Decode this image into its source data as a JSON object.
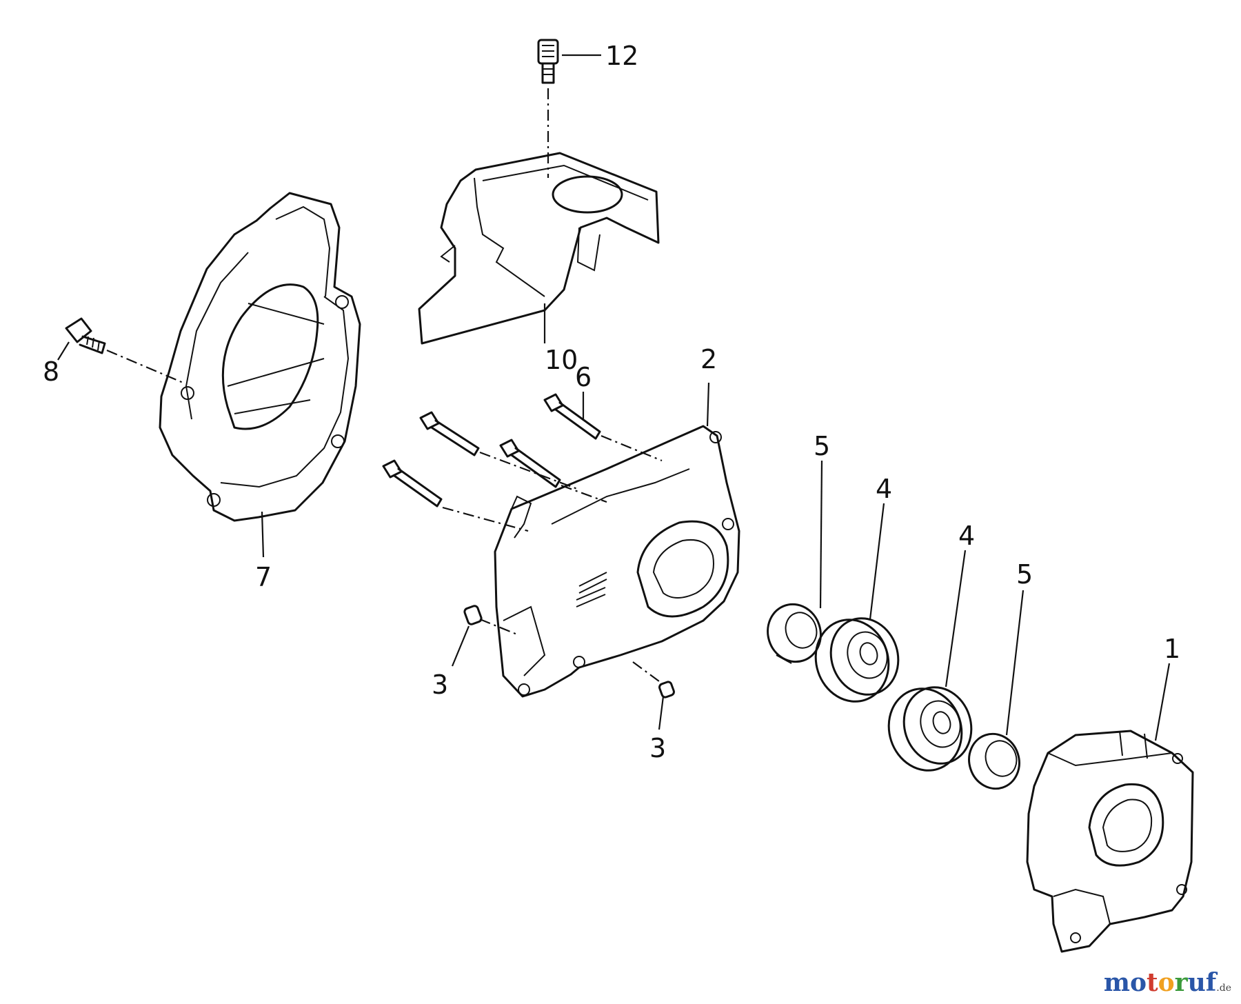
{
  "callouts": {
    "c1": "1",
    "c2": "2",
    "c3a": "3",
    "c3b": "3",
    "c4a": "4",
    "c4b": "4",
    "c5a": "5",
    "c5b": "5",
    "c6": "6",
    "c7": "7",
    "c8": "8",
    "c10": "10",
    "c12": "12"
  },
  "watermark": {
    "letters": [
      "m",
      "o",
      "t",
      "o",
      "r",
      "u",
      "f"
    ],
    "colors": [
      "#2a56a8",
      "#2a56a8",
      "#d03c2f",
      "#f0a020",
      "#3a9a3a",
      "#2a56a8",
      "#2a56a8"
    ],
    "tld": ".de"
  }
}
